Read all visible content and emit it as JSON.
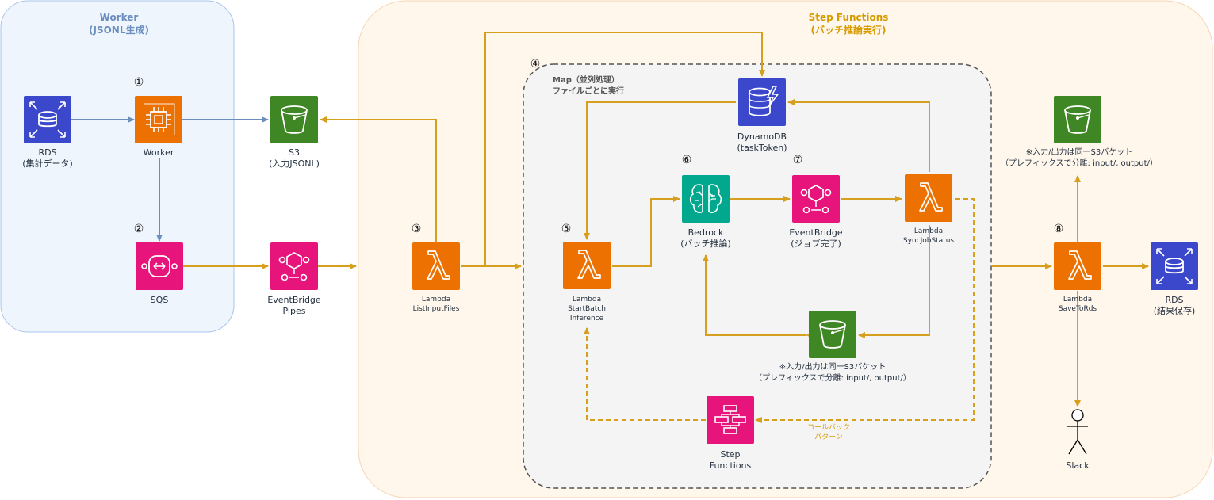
{
  "groups": {
    "worker": {
      "title": "Worker\n(JSONL生成)"
    },
    "stepfunctions": {
      "title": "Step Functions\n(バッチ推論実行)"
    },
    "map": {
      "title": "Map（並列処理）\nファイルごとに実行"
    }
  },
  "steps": [
    "①",
    "②",
    "③",
    "④",
    "⑤",
    "⑥",
    "⑦",
    "⑧"
  ],
  "nodes": {
    "rds_source": {
      "label": "RDS\n(集計データ)",
      "icon": "rds-icon"
    },
    "worker": {
      "label": "Worker",
      "icon": "ec2-icon"
    },
    "sqs": {
      "label": "SQS",
      "icon": "sqs-icon"
    },
    "s3_input": {
      "label": "S3\n(入力JSONL)",
      "icon": "s3-bucket-icon"
    },
    "eb_pipes": {
      "label": "EventBridge\nPipes",
      "icon": "eventbridge-icon"
    },
    "lambda_list": {
      "label": "Lambda\nListInputFiles",
      "icon": "lambda-icon"
    },
    "dynamodb": {
      "label": "DynamoDB\n(taskToken)",
      "icon": "dynamodb-icon"
    },
    "bedrock": {
      "label": "Bedrock\n(バッチ推論)",
      "icon": "bedrock-icon"
    },
    "eventbridge": {
      "label": "EventBridge\n(ジョブ完了)",
      "icon": "eventbridge-icon"
    },
    "lambda_sync": {
      "label": "Lambda\nSyncJobStatus",
      "icon": "lambda-icon"
    },
    "lambda_start": {
      "label": "Lambda\nStartBatch\nInference",
      "icon": "lambda-icon"
    },
    "s3_mid": {
      "label": "",
      "icon": "s3-bucket-icon"
    },
    "stepfn": {
      "label": "Step\nFunctions",
      "icon": "stepfunctions-icon"
    },
    "s3_right": {
      "label": "",
      "icon": "s3-bucket-icon"
    },
    "lambda_save": {
      "label": "Lambda\nSaveToRds",
      "icon": "lambda-icon"
    },
    "rds_result": {
      "label": "RDS\n(結果保存)",
      "icon": "rds-icon"
    },
    "slack": {
      "label": "Slack",
      "icon": "actor-icon"
    }
  },
  "notes": {
    "s3_shared_mid": "※入力/出力は同一S3バケット\n（プレフィックスで分離: input/, output/）",
    "s3_shared_right": "※入力/出力は同一S3バケット\n（プレフィックスで分離: input/, output/）",
    "callback": "コールバック\nパターン"
  },
  "colors": {
    "aws_line_blue": "#6c8ebf",
    "aws_line_orange": "#d6a01e",
    "worker_group_bg": "#eef5fd",
    "worker_group_border": "#a9c4eb",
    "worker_title": "#6c8ebf",
    "sf_group_bg": "#fff6ec",
    "sf_group_border": "#f6d6b1",
    "sf_title": "#d79b00",
    "map_bg": "#f4f4f4",
    "compute_orange": "#ed7100",
    "storage_green": "#3f8624",
    "database_blue": "#3b48cc",
    "integration_pink": "#e7157b",
    "ml_green": "#01a88d"
  }
}
